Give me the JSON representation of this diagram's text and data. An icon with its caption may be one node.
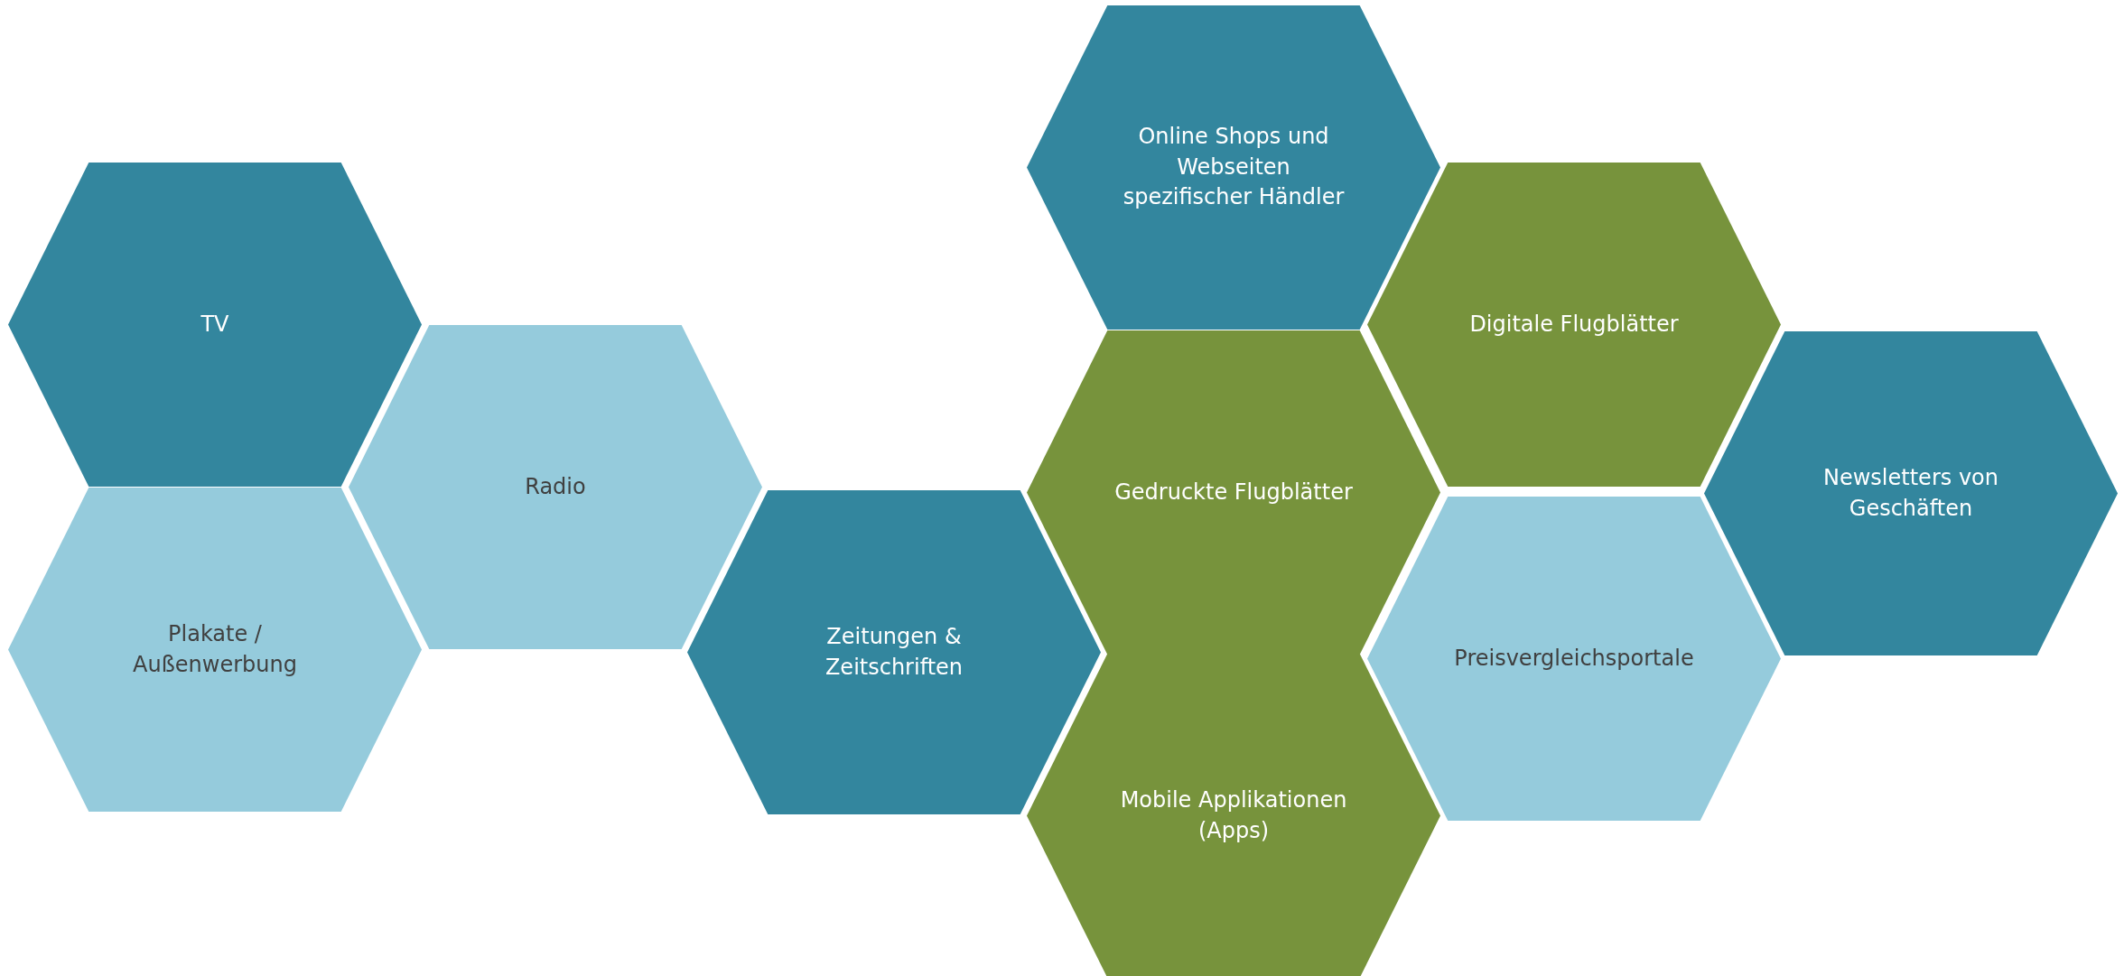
{
  "diagram": {
    "nodes": [
      {
        "text": [
          "TV"
        ]
      },
      {
        "text": [
          "Plakate / Außenwerbung"
        ]
      },
      {
        "text": [
          "Radio"
        ]
      },
      {
        "text": [
          "Zeitungen & Zeitschriften"
        ]
      },
      {
        "text": [
          "Online Shops und Webseiten spezifischer Händler"
        ]
      },
      {
        "text": [
          "Gedruckte Flugblätter"
        ]
      },
      {
        "text": [
          "Mobile Applikationen (Apps)"
        ]
      },
      {
        "text": [
          "Digitale Flugblätter"
        ]
      },
      {
        "text": [
          "Preisvergleichsportale"
        ]
      },
      {
        "text": [
          "Newsletters von Geschäften"
        ]
      }
    ]
  }
}
